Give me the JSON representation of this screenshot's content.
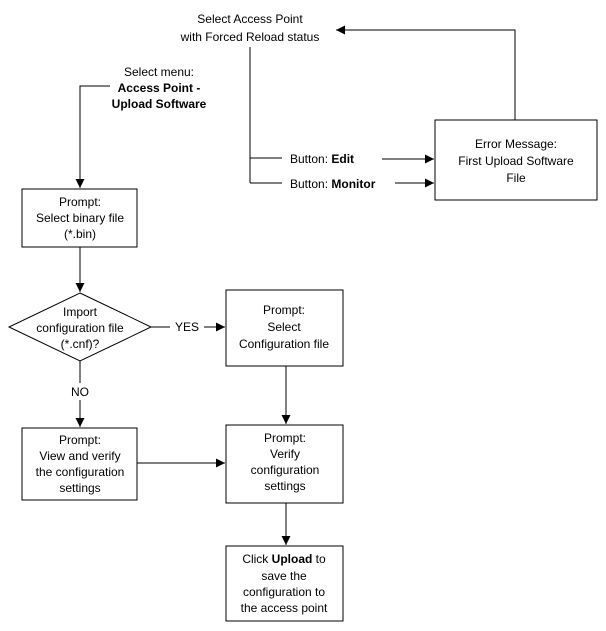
{
  "diagram": {
    "top_note": {
      "line1": "Select Access Point",
      "line2": "with Forced Reload status"
    },
    "menu_note": {
      "line1": "Select menu:",
      "line2": "Access Point -",
      "line3": "Upload Software"
    },
    "buttons": {
      "edit_prefix": "Button: ",
      "edit_bold": "Edit",
      "monitor_prefix": "Button: ",
      "monitor_bold": "Monitor"
    },
    "error_box": {
      "line1": "Error Message:",
      "line2": "First Upload Software",
      "line3": "File"
    },
    "binary_box": {
      "line1": "Prompt:",
      "line2": "Select binary file",
      "line3": "(*.bin)"
    },
    "decision": {
      "line1": "Import",
      "line2": "configuration file",
      "line3": "(*.cnf)?",
      "yes_label": "YES",
      "no_label": "NO"
    },
    "select_config_box": {
      "line1": "Prompt:",
      "line2": "Select",
      "line3": "Configuration file"
    },
    "view_box": {
      "line1": "Prompt:",
      "line2": "View and verify",
      "line3": "the configuration",
      "line4": "settings"
    },
    "verify_box": {
      "line1": "Prompt:",
      "line2": "Verify",
      "line3": "configuration",
      "line4": "settings"
    },
    "upload_box": {
      "line1_prefix": "Click ",
      "line1_bold": "Upload",
      "line1_suffix": " to",
      "line2": "save the",
      "line3": "configuration to",
      "line4": "the access point"
    }
  }
}
